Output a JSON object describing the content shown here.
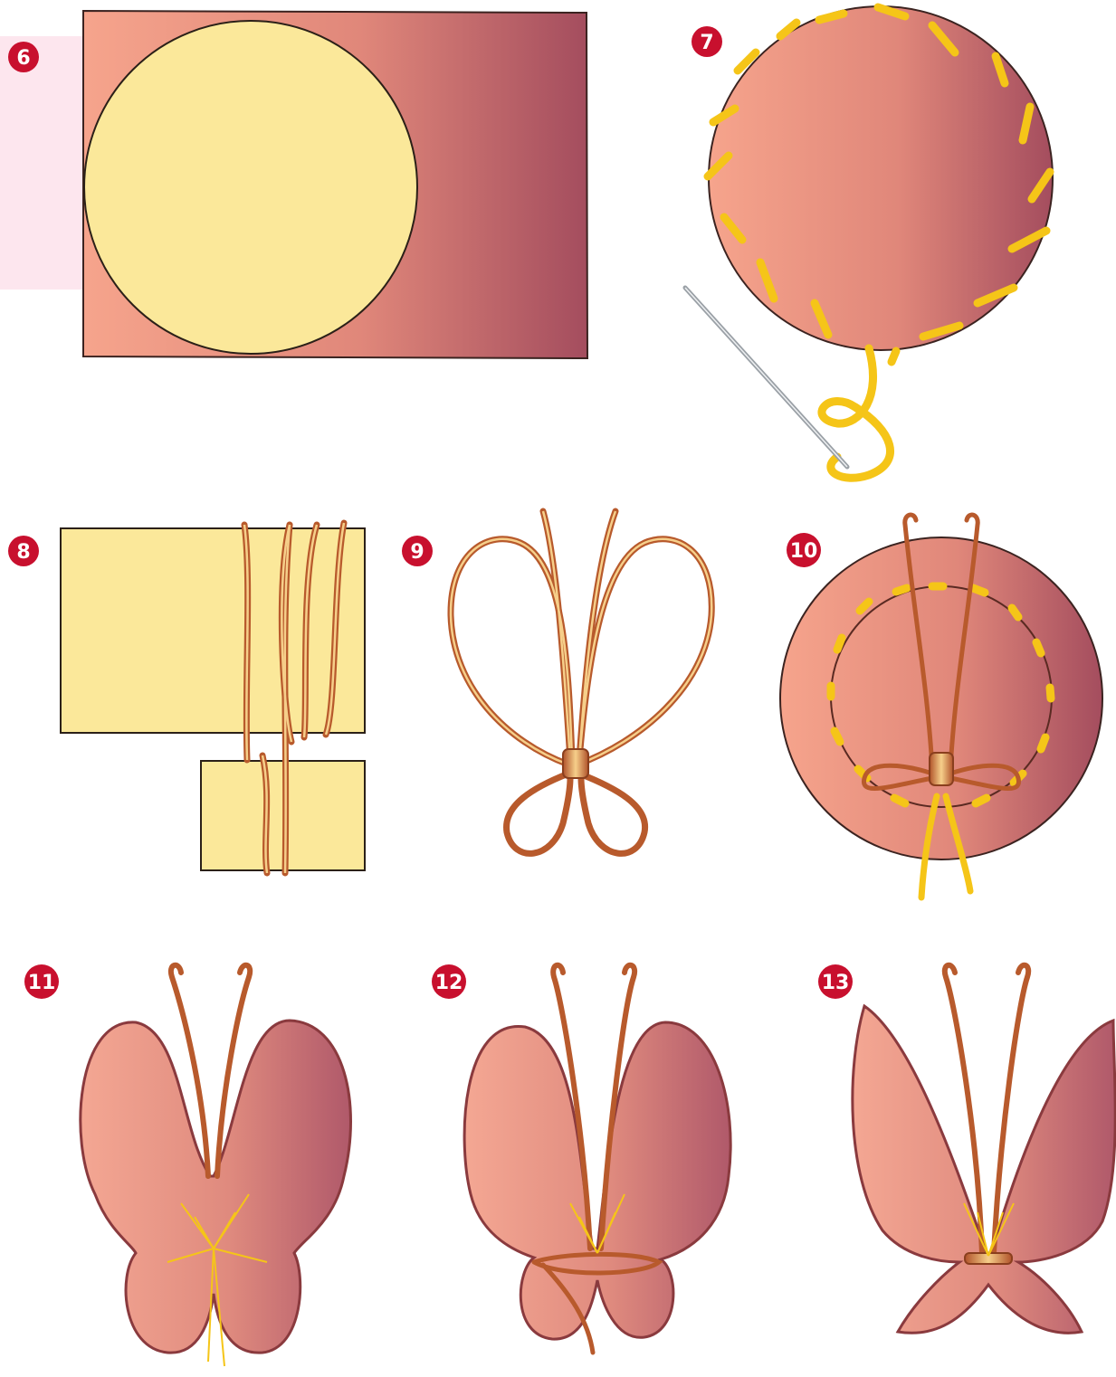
{
  "steps": [
    {
      "number": "6",
      "description": "fabric-with-circle"
    },
    {
      "number": "7",
      "description": "gathering-stitch"
    },
    {
      "number": "8",
      "description": "wrap-cord-on-card"
    },
    {
      "number": "9",
      "description": "tied-cord-loops"
    },
    {
      "number": "10",
      "description": "cord-on-fabric-circle"
    },
    {
      "number": "11",
      "description": "gathered-butterfly"
    },
    {
      "number": "12",
      "description": "tied-waist"
    },
    {
      "number": "13",
      "description": "shaped-wings"
    }
  ],
  "colors": {
    "badge": "#c8102e",
    "badge_text": "#ffffff",
    "fabric_light": "#f2a08a",
    "fabric_dark": "#a8505e",
    "card": "#fbe89a",
    "thread": "#f5c518",
    "cord_light": "#f6cf8a",
    "cord_dark": "#b0522a",
    "needle": "#9aa0a6",
    "backdrop": "#fde6ee"
  }
}
